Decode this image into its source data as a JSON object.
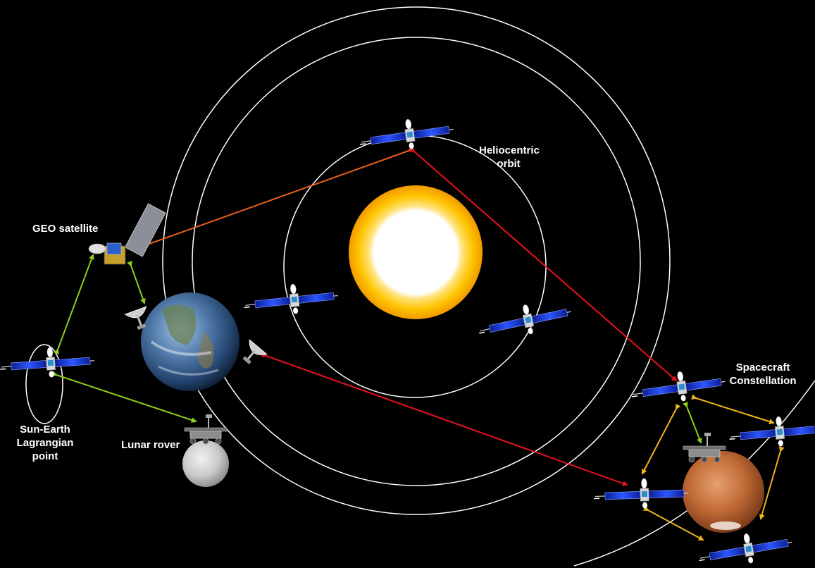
{
  "labels": {
    "heliocentric": [
      "Heliocentric",
      "orbit"
    ],
    "geo": "GEO satellite",
    "lagrange": [
      "Sun-Earth",
      "Lagrangian",
      "point"
    ],
    "lunar": "Lunar rover",
    "constellation": [
      "Spacecraft",
      "Constellation"
    ]
  },
  "colors": {
    "background": "#000000",
    "orbit": "#ffffff",
    "link_orange": "#e8601c",
    "link_red": "#e8121c",
    "link_green": "#8ccf1c",
    "link_yellow": "#f0b41c",
    "sun_core": "#ffffff",
    "sun_corona": "#f7b500",
    "panel": "#1d3fd8"
  }
}
